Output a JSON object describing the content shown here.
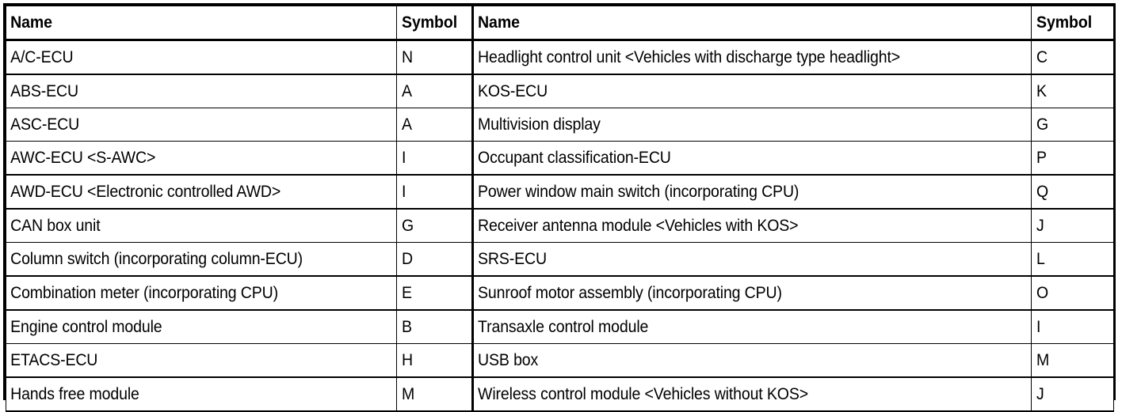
{
  "document": {
    "type": "parts-symbol-table",
    "columns": [
      "Name",
      "Symbol",
      "Name",
      "Symbol"
    ]
  },
  "table": {
    "headers": {
      "name_left": "Name",
      "symbol_left": "Symbol",
      "name_right": "Name",
      "symbol_right": "Symbol"
    },
    "rows": [
      {
        "name_left": "A/C-ECU",
        "symbol_left": "N",
        "name_right": "Headlight control unit <Vehicles with discharge type headlight>",
        "symbol_right": "C"
      },
      {
        "name_left": "ABS-ECU",
        "symbol_left": "A",
        "name_right": "KOS-ECU",
        "symbol_right": "K"
      },
      {
        "name_left": "ASC-ECU",
        "symbol_left": "A",
        "name_right": "Multivision display",
        "symbol_right": "G"
      },
      {
        "name_left": "AWC-ECU <S-AWC>",
        "symbol_left": "I",
        "name_right": "Occupant classification-ECU",
        "symbol_right": "P"
      },
      {
        "name_left": "AWD-ECU <Electronic controlled AWD>",
        "symbol_left": "I",
        "name_right": "Power window main switch (incorporating CPU)",
        "symbol_right": "Q"
      },
      {
        "name_left": "CAN box unit",
        "symbol_left": "G",
        "name_right": "Receiver antenna module <Vehicles with KOS>",
        "symbol_right": "J"
      },
      {
        "name_left": "Column switch (incorporating column-ECU)",
        "symbol_left": "D",
        "name_right": "SRS-ECU",
        "symbol_right": "L"
      },
      {
        "name_left": "Combination meter (incorporating CPU)",
        "symbol_left": "E",
        "name_right": "Sunroof motor assembly (incorporating CPU)",
        "symbol_right": "O"
      },
      {
        "name_left": "Engine control module",
        "symbol_left": "B",
        "name_right": "Transaxle control module",
        "symbol_right": "I"
      },
      {
        "name_left": "ETACS-ECU",
        "symbol_left": "H",
        "name_right": "USB box",
        "symbol_right": "M"
      },
      {
        "name_left": "Hands free module",
        "symbol_left": "M",
        "name_right": "Wireless control module <Vehicles without KOS>",
        "symbol_right": "J"
      }
    ]
  },
  "colors": {
    "background": "#ffffff",
    "text": "#000000",
    "border": "#000000"
  }
}
